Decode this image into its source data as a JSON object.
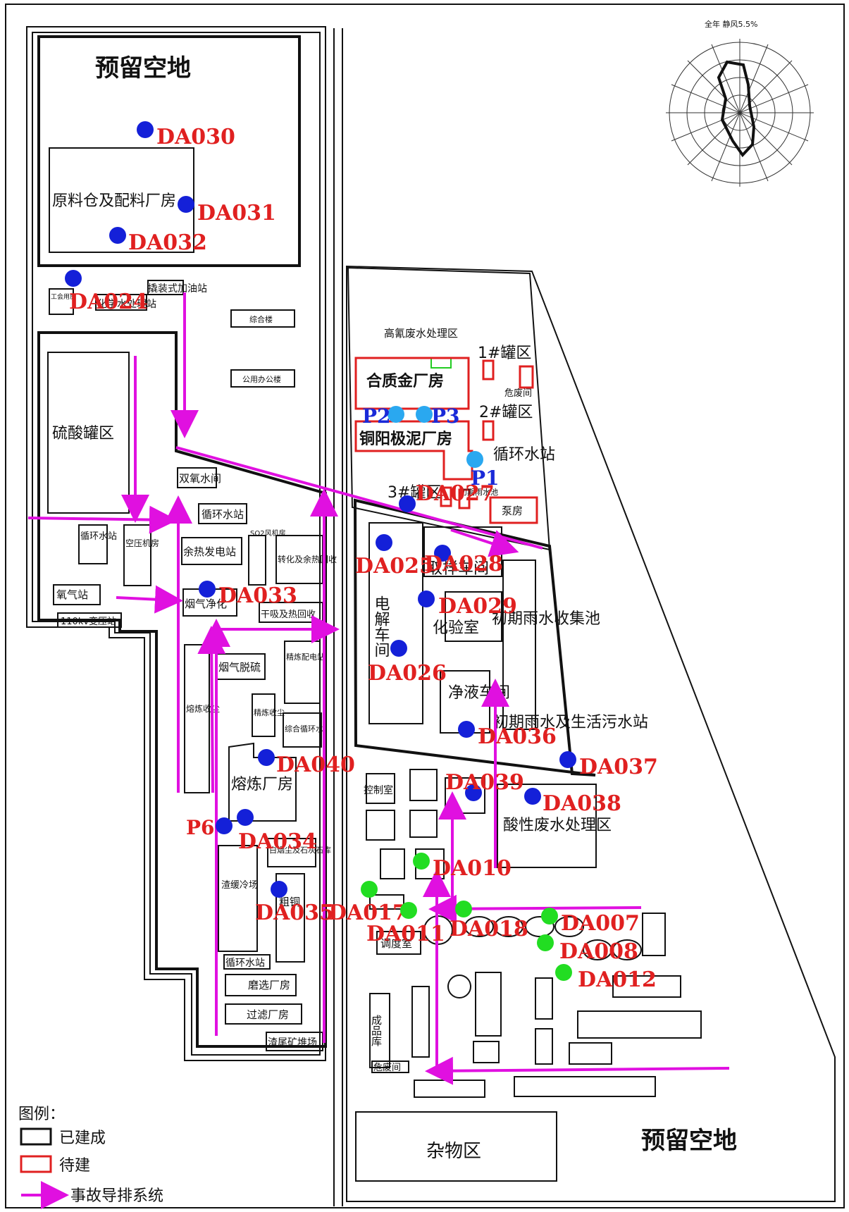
{
  "colors": {
    "accident_drain": "#e010e0",
    "built": "#111111",
    "planned": "#e02020",
    "outlet_blue": "#1420d8",
    "outlet_cyan": "#2aa8f0",
    "outlet_green": "#22dd22",
    "outlet_label": "#e02020",
    "p_label": "#1a2ad8"
  },
  "areas": {
    "reserved_north": "预留空地",
    "reserved_south": "预留空地",
    "debris": "杂物区"
  },
  "buildings": {
    "raw_material": "原料仓及配料厂房",
    "sulfuric_tank": "硫酸罐区",
    "cyanide_treatment": "高氰废水处理区",
    "alloy_plant": "合质金厂房",
    "copper_slime_plant": "铜阳极泥厂房",
    "tank1": "1#罐区",
    "tank2": "2#罐区",
    "tank3": "3#罐区",
    "hazwaste": "危废间",
    "circ_station": "循环水站",
    "initial_rain_pool_small": "初期雨水池",
    "pump_house": "泵房",
    "sampling": "取样车间",
    "electrolysis": "电解车间",
    "lab": "化验室",
    "initial_rain_collect": "初期雨水收集池",
    "purify": "净液车间",
    "rain_sewage": "初期雨水及生活污水站",
    "acid_ww": "酸性废水处理区",
    "control_room": "控制室",
    "dispatch": "调度室",
    "finished_store": "成品库",
    "hazwaste2": "危废间",
    "oxygen_station": "氧气站",
    "substation": "110kv变压站",
    "circ_water_small": "循环水站",
    "air_compressor": "空压机房",
    "chem_water": "化学水处理站",
    "fuel_station": "撬装式加油站",
    "h2o2": "双氧水间",
    "circ_water2": "循环水站",
    "waste_heat": "余热发电站",
    "so2_fan": "SO2风机房",
    "conversion": "转化及余热回收",
    "flue_gas_clean": "烟气净化",
    "dry_absorb": "干吸及热回收",
    "flue_desulf": "烟气脱硫",
    "smelt_dust": "熔炼收尘",
    "refine_dust": "精炼收尘",
    "refine_power": "精炼配电站",
    "combined_circ": "综合循环水",
    "smelt_plant": "熔炼厂房",
    "white_dust": "白烟尘及石灰石库",
    "slag_cool": "渣缓冷场",
    "crude_copper": "粗铜",
    "circ_water3": "循环水站",
    "grinding": "磨选厂房",
    "filter": "过滤厂房",
    "tailings": "渣尾矿堆场",
    "office": "综合楼",
    "office2": "公用办公楼",
    "workshop_misc": "工会用房"
  },
  "outlets": [
    {
      "id": "DA030",
      "color": "blue"
    },
    {
      "id": "DA031",
      "color": "blue"
    },
    {
      "id": "DA032",
      "color": "blue"
    },
    {
      "id": "DA024",
      "color": "blue"
    },
    {
      "id": "DA027",
      "color": "blue"
    },
    {
      "id": "DA028",
      "color": "blue"
    },
    {
      "id": "DA025",
      "color": "blue"
    },
    {
      "id": "DA029",
      "color": "blue"
    },
    {
      "id": "DA026",
      "color": "blue"
    },
    {
      "id": "DA033",
      "color": "blue"
    },
    {
      "id": "DA036",
      "color": "blue"
    },
    {
      "id": "DA037",
      "color": "blue"
    },
    {
      "id": "DA039",
      "color": "blue"
    },
    {
      "id": "DA038",
      "color": "blue"
    },
    {
      "id": "DA040",
      "color": "blue"
    },
    {
      "id": "DA034",
      "color": "blue"
    },
    {
      "id": "DA035",
      "color": "blue"
    },
    {
      "id": "DA010",
      "color": "green"
    },
    {
      "id": "DA017",
      "color": "green"
    },
    {
      "id": "DA011",
      "color": "green"
    },
    {
      "id": "DA018",
      "color": "green"
    },
    {
      "id": "DA007",
      "color": "green"
    },
    {
      "id": "DA008",
      "color": "green"
    },
    {
      "id": "DA012",
      "color": "green"
    }
  ],
  "points": {
    "p1": "P1",
    "p2": "P2",
    "p3": "P3",
    "p6": "P6"
  },
  "legend": {
    "title": "图例：",
    "built": "已建成",
    "planned": "待建",
    "drain": "事故导排系统"
  },
  "compass": {
    "title": "全年 静风5.5%"
  }
}
